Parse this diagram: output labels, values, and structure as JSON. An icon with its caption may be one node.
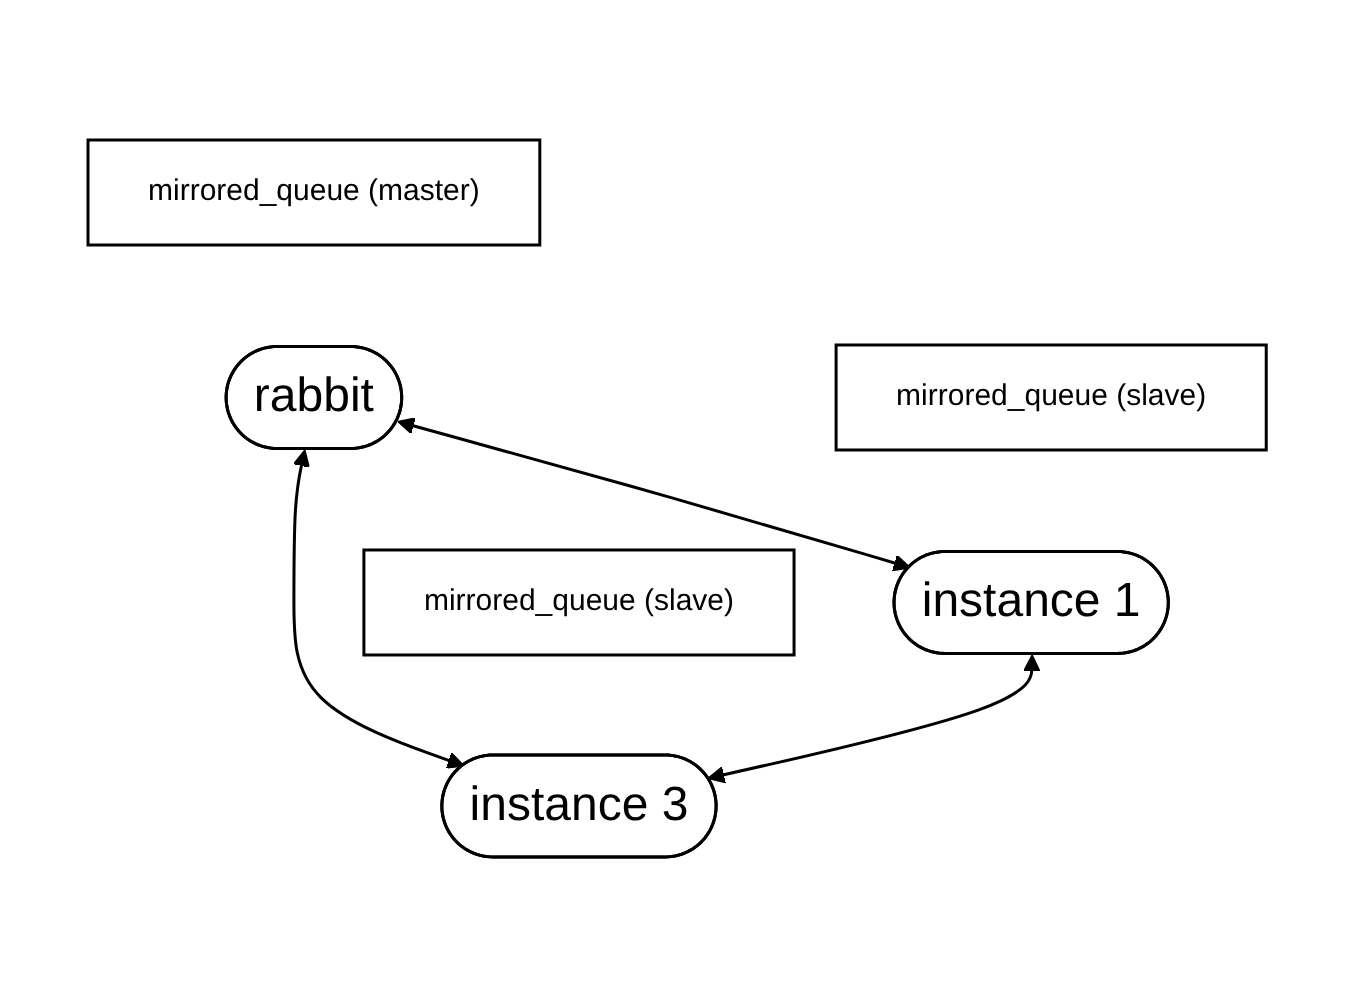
{
  "diagram": {
    "nodes": [
      {
        "text": [
          "mirrored_queue (master)"
        ]
      },
      {
        "text": [
          "rabbit"
        ]
      },
      {
        "text": [
          "mirrored_queue (slave)"
        ]
      },
      {
        "text": [
          "instance 1"
        ]
      },
      {
        "text": [
          "mirrored_queue (slave)"
        ]
      },
      {
        "text": [
          "instance 3"
        ]
      }
    ],
    "edges": [
      {
        "from": 1,
        "to": 3,
        "arrow": "both"
      },
      {
        "from": 1,
        "to": 5,
        "arrow": "both"
      },
      {
        "from": 3,
        "to": 5,
        "arrow": "both"
      }
    ]
  }
}
